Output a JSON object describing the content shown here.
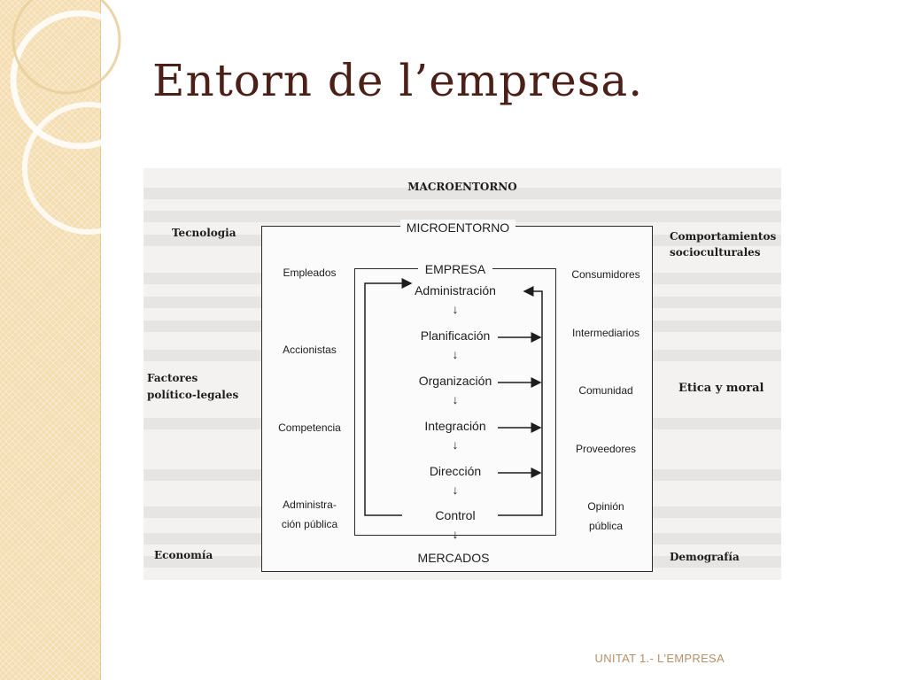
{
  "slide": {
    "title": "Entorn de l’empresa.",
    "footer": "UNITAT 1.- L'EMPRESA"
  },
  "diagram": {
    "macro_title": "MACROENTORNO",
    "micro_title": "MICROENTORNO",
    "empresa_title": "EMPRESA",
    "bottom_label": "MERCADOS",
    "macro_factors": {
      "top_left": "Tecnologia",
      "mid_left_1": "Factores",
      "mid_left_2": "político-legales",
      "bottom_left": "Economía",
      "top_right_1": "Comportamientos",
      "top_right_2": "socioculturales",
      "mid_right": "Etica y moral",
      "bottom_right": "Demografía"
    },
    "micro_left": {
      "empleados": "Empleados",
      "accionistas": "Accionistas",
      "competencia": "Competencia",
      "admin_1": "Administra-",
      "admin_2": "ción pública"
    },
    "micro_right": {
      "consumidores": "Consumidores",
      "intermediarios": "Intermediarios",
      "comunidad": "Comunidad",
      "proveedores": "Proveedores",
      "opinion_1": "Opinión",
      "opinion_2": "pública"
    },
    "steps": [
      "Administración",
      "Planificación",
      "Organización",
      "Integración",
      "Dirección",
      "Control"
    ],
    "down_arrow": "↓"
  }
}
